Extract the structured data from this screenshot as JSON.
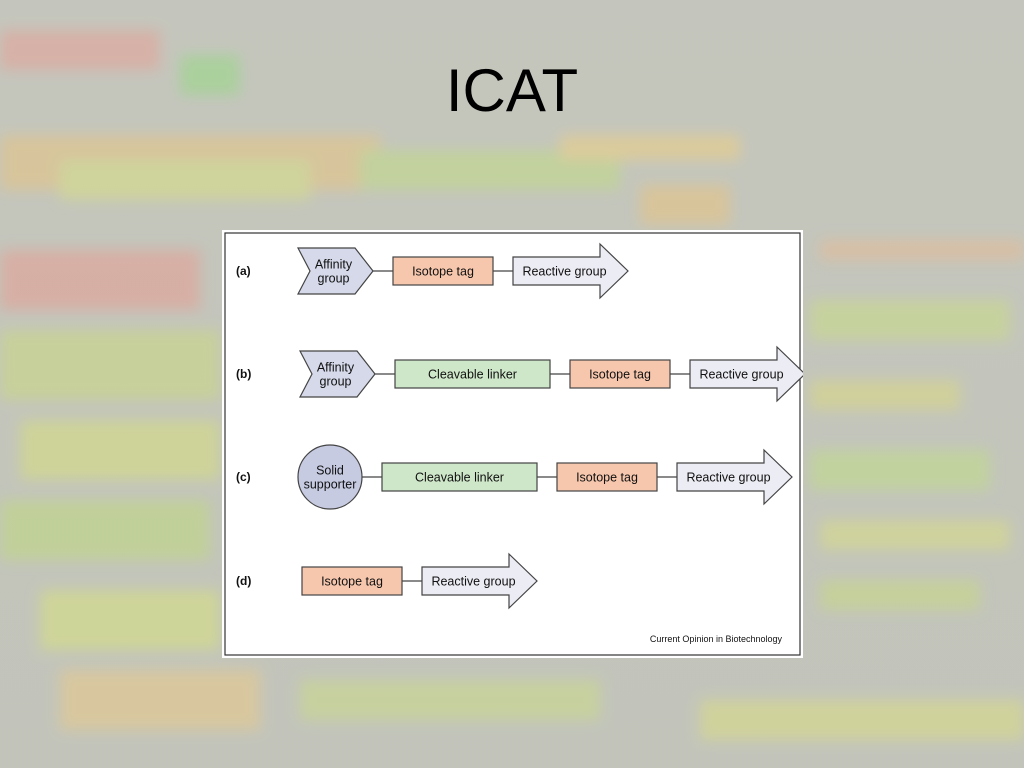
{
  "slide": {
    "title": "ICAT"
  },
  "figure": {
    "credit": "Current Opinion in Biotechnology",
    "colors": {
      "affinity": "#d5d9ea",
      "isotope": "#f7c7ad",
      "linker": "#cfe7c9",
      "reactive": "#ececf4",
      "solid": "#c6cbe2",
      "stroke": "#444444"
    },
    "rows": [
      {
        "label": "(a)",
        "parts": [
          {
            "kind": "affinity",
            "lines": [
              "Affinity",
              "group"
            ]
          },
          {
            "kind": "isotope",
            "lines": [
              "Isotope tag"
            ]
          },
          {
            "kind": "reactive",
            "lines": [
              "Reactive group"
            ]
          }
        ]
      },
      {
        "label": "(b)",
        "parts": [
          {
            "kind": "affinity",
            "lines": [
              "Affinity",
              "group"
            ]
          },
          {
            "kind": "linker",
            "lines": [
              "Cleavable linker"
            ]
          },
          {
            "kind": "isotope",
            "lines": [
              "Isotope tag"
            ]
          },
          {
            "kind": "reactive",
            "lines": [
              "Reactive group"
            ]
          }
        ]
      },
      {
        "label": "(c)",
        "parts": [
          {
            "kind": "solid",
            "lines": [
              "Solid",
              "supporter"
            ]
          },
          {
            "kind": "linker",
            "lines": [
              "Cleavable linker"
            ]
          },
          {
            "kind": "isotope",
            "lines": [
              "Isotope tag"
            ]
          },
          {
            "kind": "reactive",
            "lines": [
              "Reactive group"
            ]
          }
        ]
      },
      {
        "label": "(d)",
        "parts": [
          {
            "kind": "isotope",
            "lines": [
              "Isotope tag"
            ]
          },
          {
            "kind": "reactive",
            "lines": [
              "Reactive group"
            ]
          }
        ]
      }
    ]
  }
}
